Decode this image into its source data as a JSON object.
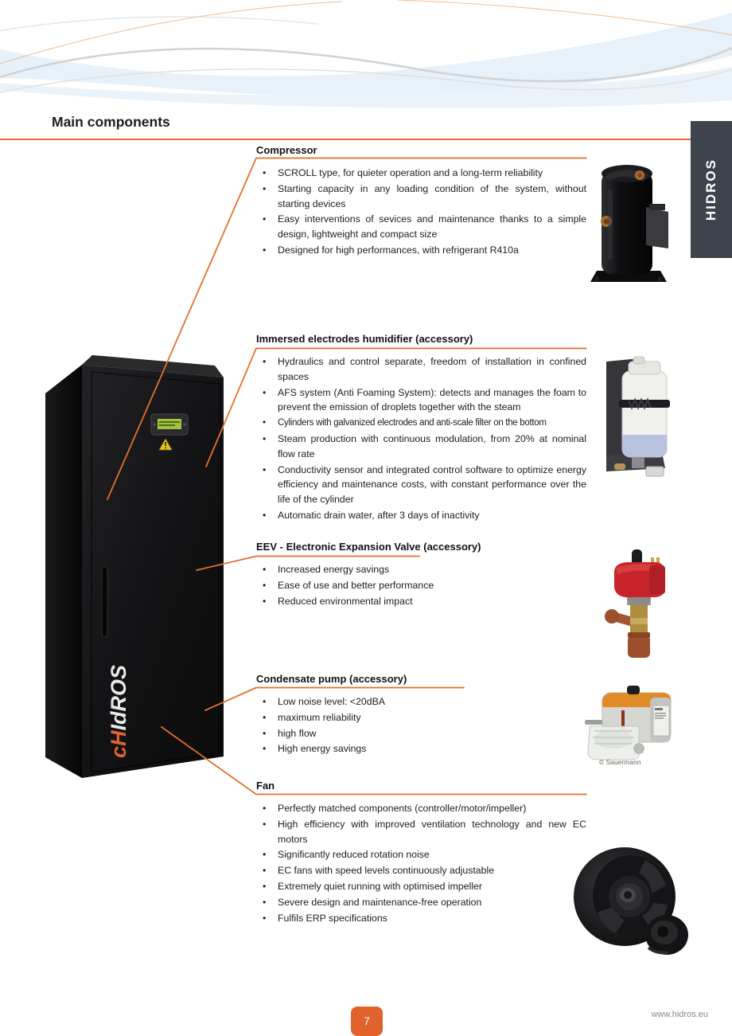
{
  "page": {
    "title": "Main components",
    "side_tab": "HIDROS",
    "page_number": "7",
    "website": "www.hidros.eu"
  },
  "colors": {
    "accent_orange": "#e2622b",
    "leader_line_orange": "#e46f2e",
    "side_tab_dark": "#3d444b",
    "body_text": "#1c1c1c",
    "url_gray": "#8a8a8a"
  },
  "cabinet": {
    "brand_prefix": "cH",
    "brand_suffix": "IdROS"
  },
  "sections": [
    {
      "title": "Compressor",
      "bullets": [
        "SCROLL type, for quieter operation and a long-term reliability",
        "Starting capacity in any loading condition of the system, without starting devices",
        "Easy interventions of sevices and maintenance thanks to a simple design, lightweight and compact size",
        "Designed for high performances, with refrigerant R410a"
      ],
      "image": "scroll-compressor-photo"
    },
    {
      "title": "Immersed electrodes humidifier (accessory)",
      "bullets": [
        "Hydraulics and control separate, freedom of installation in confined spaces",
        "AFS system (Anti Foaming System): detects and manages the foam to prevent the emission of droplets together with the steam",
        "Cylinders with galvanized electrodes and anti-scale filter on the bottom",
        "Steam production with continuous modulation, from 20% at nominal flow rate",
        "Conductivity sensor and integrated control software to optimize energy efficiency and maintenance costs, with constant performance over the life of the cylinder",
        "Automatic drain water, after 3 days of inactivity"
      ],
      "image": "immersed-electrodes-humidifier-photo"
    },
    {
      "title": "EEV - Electronic Expansion Valve (accessory)",
      "bullets": [
        "Increased energy savings",
        "Ease of use and better performance",
        "Reduced environmental impact"
      ],
      "image": "electronic-expansion-valve-photo"
    },
    {
      "title": "Condensate pump (accessory)",
      "bullets": [
        "Low noise level: <20dBA",
        "maximum reliability",
        "high flow",
        "High energy savings"
      ],
      "image": "condensate-pump-photo",
      "credit": "© Sauermann"
    },
    {
      "title": "Fan",
      "bullets": [
        "Perfectly matched components (controller/motor/impeller)",
        "High efficiency with improved ventilation technology and new EC motors",
        "Significantly reduced rotation noise",
        "EC fans with speed levels continuously adjustable",
        "Extremely quiet running with optimised impeller",
        "Severe design and maintenance-free operation",
        "Fulfils ERP specifications"
      ],
      "image": "ec-fan-photo"
    }
  ]
}
